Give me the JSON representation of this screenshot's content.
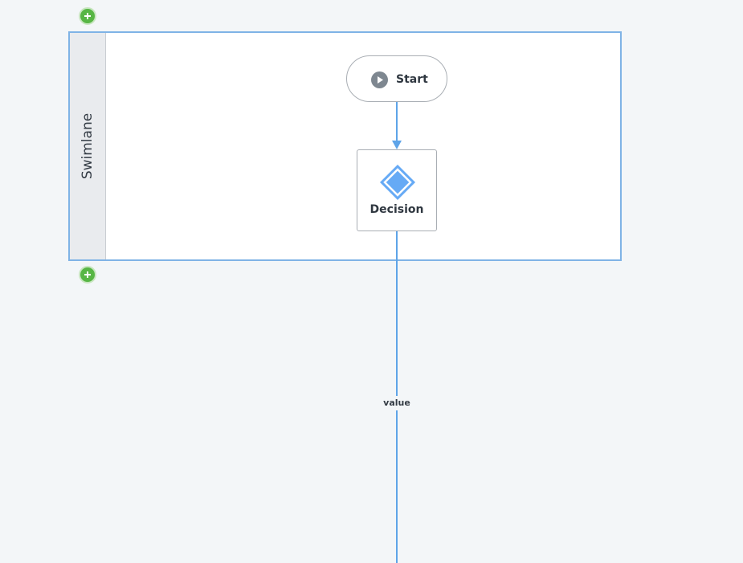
{
  "swimlane": {
    "title": "Swimlane"
  },
  "nodes": {
    "start": {
      "label": "Start"
    },
    "decision": {
      "label": "Decision"
    }
  },
  "edges": {
    "decision_out_label": "value"
  },
  "colors": {
    "canvas_bg": "#f3f6f8",
    "swimlane_border": "#7fb3e6",
    "connector": "#5ea4e8",
    "add_button": "#57b645",
    "decision_diamond": "#66aaf5"
  },
  "icons": {
    "add_above": "plus-circle-icon",
    "add_below": "plus-circle-icon",
    "start": "play-icon",
    "decision": "diamond-icon"
  }
}
